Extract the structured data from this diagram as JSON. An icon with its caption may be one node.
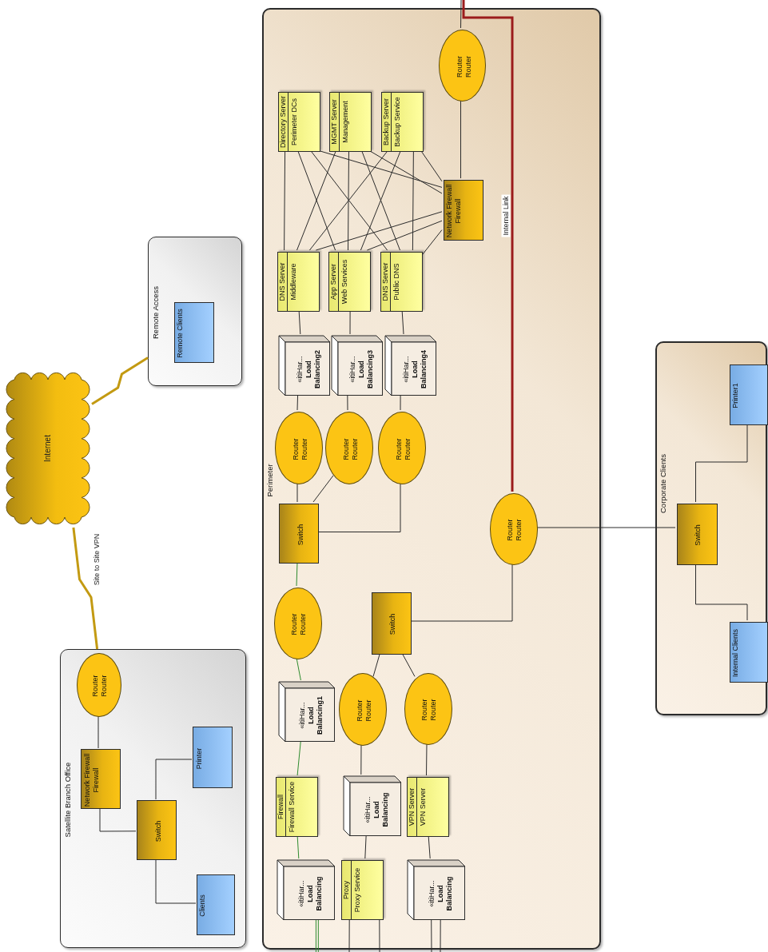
{
  "diagram": {
    "nodes": [
      {
        "text": [
          "Internet"
        ]
      },
      {
        "text": [
          "Remote Access"
        ]
      },
      {
        "text": [
          "Remote Clients"
        ],
        "in": 1
      },
      {
        "text": [
          "Satellite Branch Office"
        ]
      },
      {
        "text": [
          "Router",
          "Router"
        ],
        "in": 3
      },
      {
        "text": [
          "Network Firewall",
          "Firewall"
        ],
        "in": 3
      },
      {
        "text": [
          "Switch"
        ],
        "in": 3
      },
      {
        "text": [
          "Printer"
        ],
        "in": 3
      },
      {
        "text": [
          "Clients"
        ],
        "in": 3
      },
      {
        "text": [
          "Perimeter"
        ]
      },
      {
        "text": [
          "Router",
          "Router"
        ],
        "in": 9
      },
      {
        "text": [
          "Directory Server",
          "Perimeter DCs"
        ],
        "in": 9
      },
      {
        "text": [
          "MGMT Server",
          "Management"
        ],
        "in": 9
      },
      {
        "text": [
          "Backup Server",
          "Backup Service"
        ],
        "in": 9
      },
      {
        "text": [
          "Network Firewall",
          "Firewall"
        ],
        "in": 9
      },
      {
        "text": [
          "DNS Server",
          "Middleware"
        ],
        "in": 9
      },
      {
        "text": [
          "App Server",
          "Web Services"
        ],
        "in": 9
      },
      {
        "text": [
          "DNS Server",
          "Public DNS"
        ],
        "in": 9
      },
      {
        "text": [
          "«itiHar...",
          "Load Balancing2"
        ],
        "in": 9
      },
      {
        "text": [
          "«itiHar...",
          "Load Balancing3"
        ],
        "in": 9
      },
      {
        "text": [
          "«itiHar...",
          "Load Balancing4"
        ],
        "in": 9
      },
      {
        "text": [
          "Router",
          "Router"
        ],
        "in": 9
      },
      {
        "text": [
          "Router",
          "Router"
        ],
        "in": 9
      },
      {
        "text": [
          "Router",
          "Router"
        ],
        "in": 9
      },
      {
        "text": [
          "Switch"
        ],
        "in": 9
      },
      {
        "text": [
          "Router",
          "Router"
        ],
        "in": 9
      },
      {
        "text": [
          "Router",
          "Router"
        ],
        "in": 9
      },
      {
        "text": [
          "Switch"
        ],
        "in": 9
      },
      {
        "text": [
          "«itiHar...",
          "Load Balancing1"
        ],
        "in": 9
      },
      {
        "text": [
          "Router",
          "Router"
        ],
        "in": 9
      },
      {
        "text": [
          "Router",
          "Router"
        ],
        "in": 9
      },
      {
        "text": [
          "Firewall",
          "Firewall Service"
        ],
        "in": 9
      },
      {
        "text": [
          "«itiHar...",
          "Load Balancing"
        ],
        "in": 9
      },
      {
        "text": [
          "VPN Server",
          "VPN Server"
        ],
        "in": 9
      },
      {
        "text": [
          "«itiHar...",
          "Load Balancing"
        ],
        "in": 9
      },
      {
        "text": [
          "Proxy",
          "Proxy Service"
        ],
        "in": 9
      },
      {
        "text": [
          "«itiHar...",
          "Load Balancing"
        ],
        "in": 9
      },
      {
        "text": [
          "Corporate Clients"
        ]
      },
      {
        "text": [
          "Switch"
        ],
        "in": 37
      },
      {
        "text": [
          "Printer1"
        ],
        "in": 37
      },
      {
        "text": [
          "Internal Clients"
        ],
        "in": 37
      }
    ],
    "edges": [
      {
        "from": 0,
        "to": 1,
        "arrow": "none",
        "style": "thick",
        "color": "#c39a12"
      },
      {
        "from": 0,
        "to": 3,
        "arrow": "none",
        "style": "thick",
        "color": "#c39a12",
        "label": "Site to Site VPN"
      },
      {
        "from": 4,
        "to": 5,
        "arrow": "none"
      },
      {
        "from": 5,
        "to": 6,
        "arrow": "none"
      },
      {
        "from": 6,
        "to": 7,
        "arrow": "none"
      },
      {
        "from": 6,
        "to": 8,
        "arrow": "none"
      },
      {
        "from": null,
        "to": 10,
        "arrow": "none"
      },
      {
        "from": 10,
        "to": 14,
        "arrow": "none"
      },
      {
        "from": 11,
        "to": 15,
        "arrow": "none"
      },
      {
        "from": 11,
        "to": 16,
        "arrow": "none"
      },
      {
        "from": 11,
        "to": 17,
        "arrow": "none"
      },
      {
        "from": 12,
        "to": 15,
        "arrow": "none"
      },
      {
        "from": 12,
        "to": 16,
        "arrow": "none"
      },
      {
        "from": 12,
        "to": 17,
        "arrow": "none"
      },
      {
        "from": 13,
        "to": 15,
        "arrow": "none"
      },
      {
        "from": 13,
        "to": 16,
        "arrow": "none"
      },
      {
        "from": 13,
        "to": 17,
        "arrow": "none"
      },
      {
        "from": 11,
        "to": 14,
        "arrow": "none"
      },
      {
        "from": 12,
        "to": 14,
        "arrow": "none"
      },
      {
        "from": 13,
        "to": 14,
        "arrow": "none"
      },
      {
        "from": 14,
        "to": 15,
        "arrow": "none"
      },
      {
        "from": 14,
        "to": 16,
        "arrow": "none"
      },
      {
        "from": 14,
        "to": 17,
        "arrow": "none"
      },
      {
        "from": 15,
        "to": 18,
        "arrow": "none"
      },
      {
        "from": 16,
        "to": 19,
        "arrow": "none"
      },
      {
        "from": 17,
        "to": 20,
        "arrow": "none"
      },
      {
        "from": 18,
        "to": 21,
        "arrow": "none"
      },
      {
        "from": 19,
        "to": 22,
        "arrow": "none"
      },
      {
        "from": 20,
        "to": 23,
        "arrow": "none"
      },
      {
        "from": 21,
        "to": 24,
        "arrow": "none"
      },
      {
        "from": 22,
        "to": 24,
        "arrow": "none"
      },
      {
        "from": 23,
        "to": 24,
        "arrow": "none"
      },
      {
        "from": 24,
        "to": 26,
        "arrow": "none",
        "color": "#2e8b2e"
      },
      {
        "from": 26,
        "to": 28,
        "arrow": "none",
        "color": "#2e8b2e"
      },
      {
        "from": 28,
        "to": 31,
        "arrow": "none",
        "color": "#2e8b2e"
      },
      {
        "from": 31,
        "to": 34,
        "arrow": "none",
        "color": "#2e8b2e"
      },
      {
        "from": 34,
        "to": null,
        "arrow": "none",
        "color": "#2e8b2e"
      },
      {
        "from": 34,
        "to": null,
        "arrow": "none",
        "color": "#2e8b2e"
      },
      {
        "from": null,
        "to": 25,
        "arrow": "none",
        "color": "#9b1c1c",
        "style": "thick",
        "label": "Internal Link"
      },
      {
        "from": 25,
        "to": 27,
        "arrow": "none"
      },
      {
        "from": 25,
        "to": 38,
        "arrow": "none"
      },
      {
        "from": 27,
        "to": 29,
        "arrow": "none"
      },
      {
        "from": 27,
        "to": 30,
        "arrow": "none"
      },
      {
        "from": 29,
        "to": 32,
        "arrow": "none"
      },
      {
        "from": 30,
        "to": 33,
        "arrow": "none"
      },
      {
        "from": 32,
        "to": 35,
        "arrow": "none"
      },
      {
        "from": 33,
        "to": 36,
        "arrow": "none"
      },
      {
        "from": 35,
        "to": null,
        "arrow": "none"
      },
      {
        "from": 35,
        "to": null,
        "arrow": "none"
      },
      {
        "from": 36,
        "to": null,
        "arrow": "none"
      },
      {
        "from": 36,
        "to": null,
        "arrow": "none"
      },
      {
        "from": 38,
        "to": 39,
        "arrow": "none"
      },
      {
        "from": 38,
        "to": 40,
        "arrow": "none"
      }
    ]
  }
}
